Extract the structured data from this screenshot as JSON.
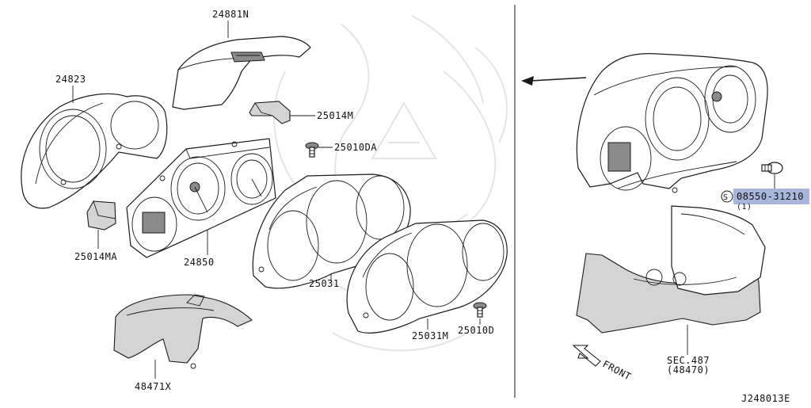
{
  "diagram": {
    "callouts": {
      "p24881N": "24881N",
      "p24823": "24823",
      "p25014M": "25014M",
      "p25010DA": "25010DA",
      "p25014MA": "25014MA",
      "p24850": "24850",
      "p25031": "25031",
      "p25031M": "25031M",
      "p25010D": "25010D",
      "p48471X": "48471X",
      "screw_symbol": "S",
      "screw_part": "08550-31210",
      "screw_qty": "(1)",
      "sec_line1": "SEC.487",
      "sec_line2": "(48470)"
    },
    "direction_label": "FRONT",
    "drawing_code": "J248013E",
    "highlight_color": "#a9b6dc"
  }
}
